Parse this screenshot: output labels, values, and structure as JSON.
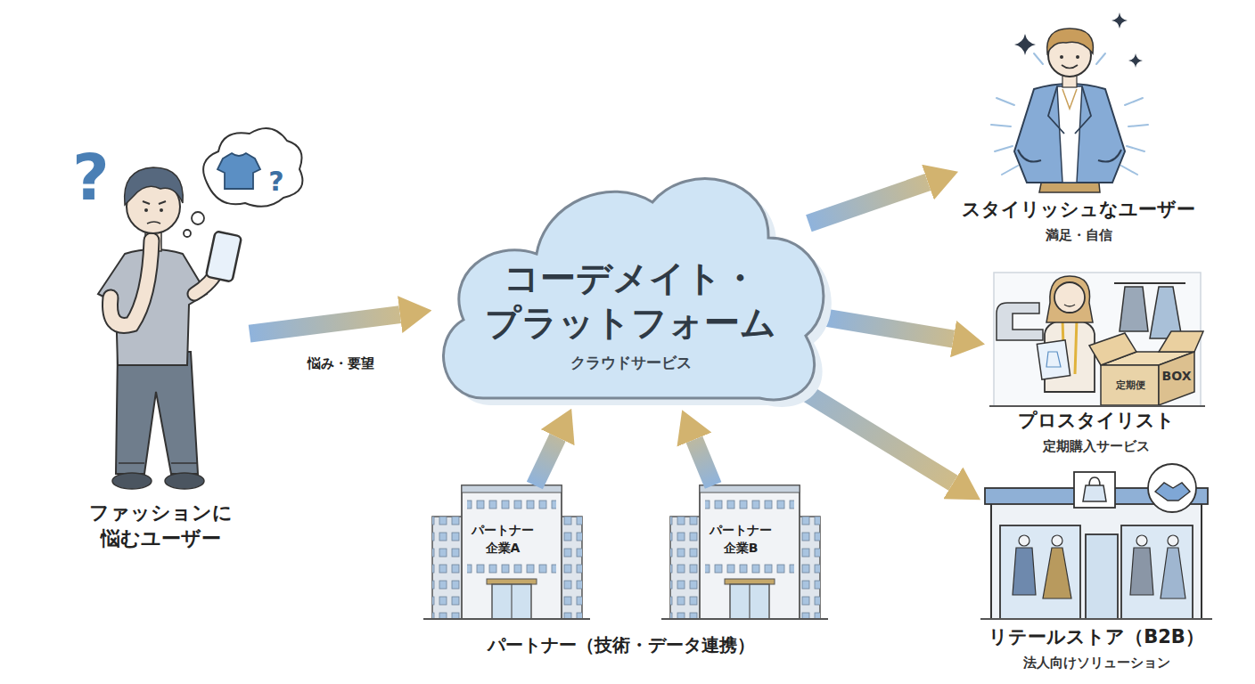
{
  "diagram": {
    "nodes": [
      {
        "text": [
          "ファッションに 悩むユーザー"
        ]
      },
      {
        "text": [
          "コーデメイト・ プラットフォーム",
          "クラウドサービス"
        ]
      },
      {
        "text": [
          "パートナー 企業A"
        ]
      },
      {
        "text": [
          "パートナー 企業B"
        ]
      },
      {
        "text": [
          "スタイリッシュなユーザー",
          "満足・自信"
        ]
      },
      {
        "text": [
          "プロスタイリスト",
          "定期購入サービス"
        ]
      },
      {
        "text": [
          "リテールストア（B2B）",
          "法人向けソリューション"
        ]
      }
    ],
    "edges": [
      {
        "from": 0,
        "to": 1,
        "arrow": "to",
        "label": "悩み・要望"
      },
      {
        "from": 2,
        "to": 1,
        "arrow": "to"
      },
      {
        "from": 3,
        "to": 1,
        "arrow": "to"
      },
      {
        "from": 1,
        "to": 4,
        "arrow": "to"
      },
      {
        "from": 1,
        "to": 5,
        "arrow": "to"
      },
      {
        "from": 1,
        "to": 6,
        "arrow": "to"
      }
    ],
    "labels": [
      "?",
      "?",
      "定期便",
      "BOX",
      "パートナー（技術・データ連携）"
    ]
  }
}
